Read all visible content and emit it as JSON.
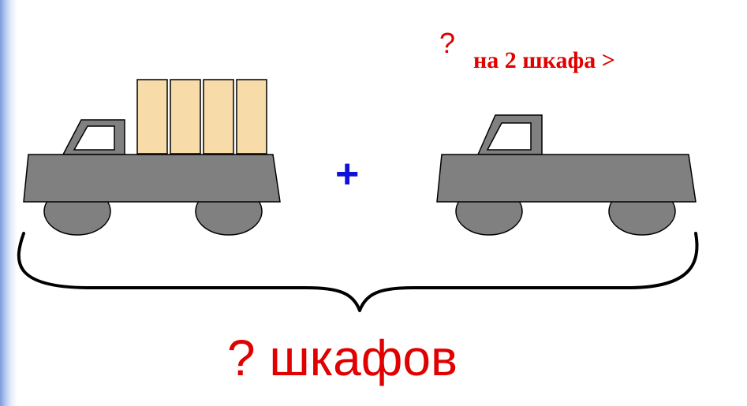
{
  "labels": {
    "top_question": "?",
    "comparison": "на 2 шкафа >",
    "operator": "+",
    "total": "? шкафов"
  },
  "figure": {
    "truck_1_cargo_count": 4,
    "truck_2_cargo_count": 0,
    "colors": {
      "truck_body": "#808080",
      "wheel": "#808080",
      "cargo": "#f7dba8",
      "outline": "#000000",
      "accent_red": "#e00000",
      "plus_blue": "#1010d8"
    }
  }
}
